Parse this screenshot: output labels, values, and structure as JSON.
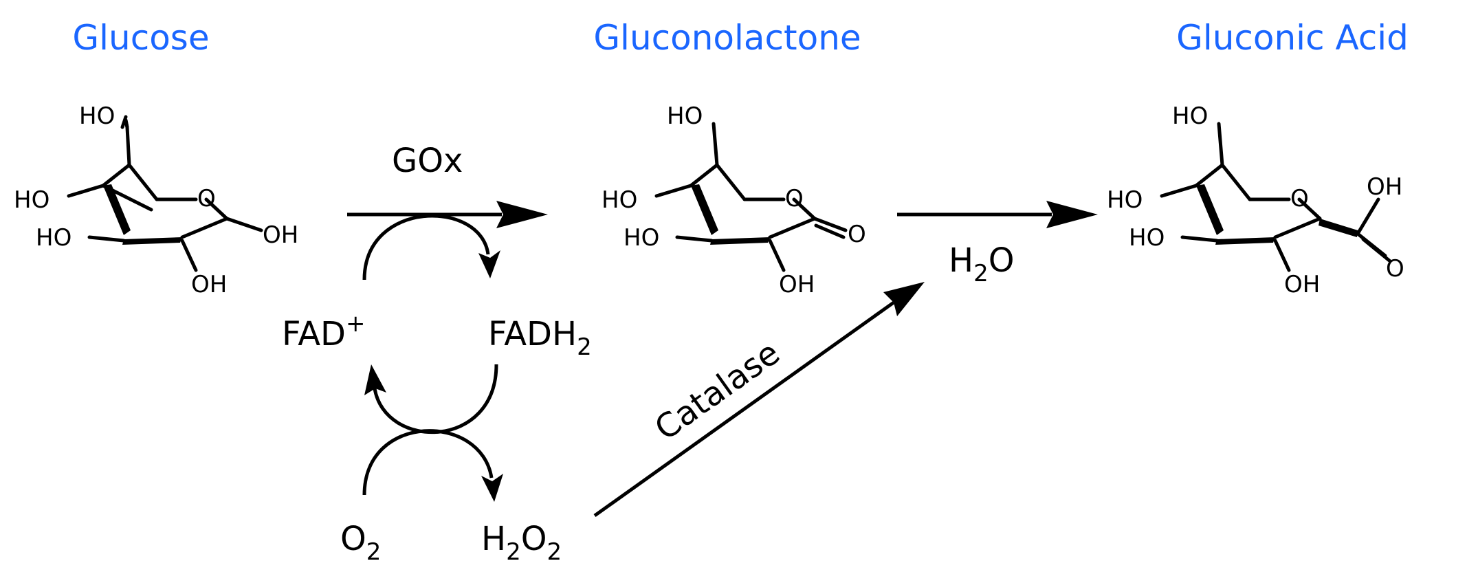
{
  "colors": {
    "title": "#1a66ff",
    "ink": "#000000"
  },
  "compounds": [
    {
      "name": "Glucose"
    },
    {
      "name": "Gluconolactone"
    },
    {
      "name": "Gluconic Acid"
    }
  ],
  "labels": {
    "oh": "OH",
    "ho": "HO",
    "o": "O",
    "enzyme": "GOx",
    "catalase": "Catalase",
    "fad_plus_base": "FAD",
    "fad_plus_sup": "+",
    "fadh2_base": "FADH",
    "fadh2_sub": "2",
    "o2_base": "O",
    "o2_sub": "2",
    "h2o2_h": "H",
    "h2o2_sub1": "2",
    "h2o2_o": "O",
    "h2o2_sub2": "2",
    "h2o_h": "H",
    "h2o_sub": "2",
    "h2o_o": "O"
  }
}
